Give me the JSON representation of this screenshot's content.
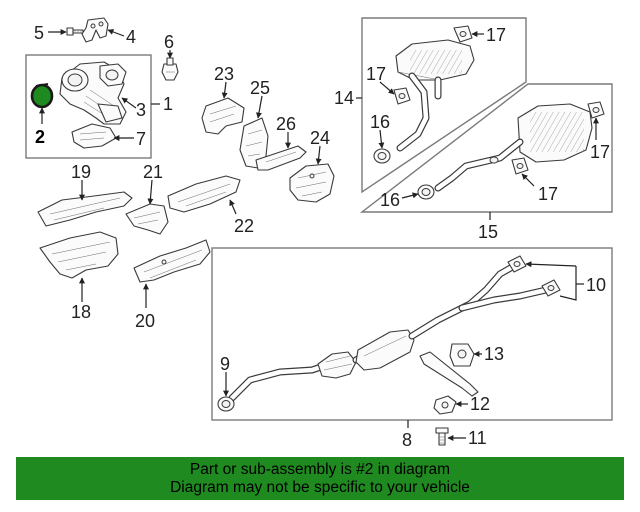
{
  "callouts": {
    "c1": "1",
    "c2": "2",
    "c3": "3",
    "c4": "4",
    "c5": "5",
    "c6": "6",
    "c7": "7",
    "c8": "8",
    "c9": "9",
    "c10": "10",
    "c11": "11",
    "c12": "12",
    "c13": "13",
    "c14": "14",
    "c15": "15",
    "c16a": "16",
    "c16b": "16",
    "c17a": "17",
    "c17b": "17",
    "c17c": "17",
    "c17d": "17",
    "c18": "18",
    "c19": "19",
    "c20": "20",
    "c21": "21",
    "c22": "22",
    "c23": "23",
    "c24": "24",
    "c25": "25",
    "c26": "26"
  },
  "highlight": {
    "part": "2",
    "color": "#1f8a1f"
  },
  "banner": {
    "line1": "Part or sub-assembly is #2 in diagram",
    "line2": "Diagram may not be specific to your vehicle",
    "color": "#1f8a1f"
  }
}
